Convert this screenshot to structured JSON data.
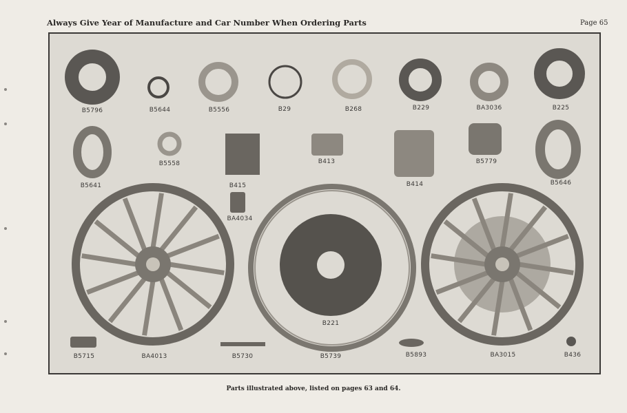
{
  "header": {
    "title": "Always Give Year of Manufacture and Car Number When Ordering Parts",
    "page": "Page 65"
  },
  "parts": [
    "B5796",
    "B5644",
    "B5556",
    "B29",
    "B268",
    "B229",
    "BA3036",
    "B225",
    "B5641",
    "B5558",
    "B415",
    "B413",
    "B414",
    "B5779",
    "B5646",
    "BA4034",
    "B221",
    "B5715",
    "BA4013",
    "B5730",
    "B5739",
    "B5893",
    "BA3015",
    "B436"
  ],
  "caption": "Parts illustrated above, listed on pages 63 and 64."
}
